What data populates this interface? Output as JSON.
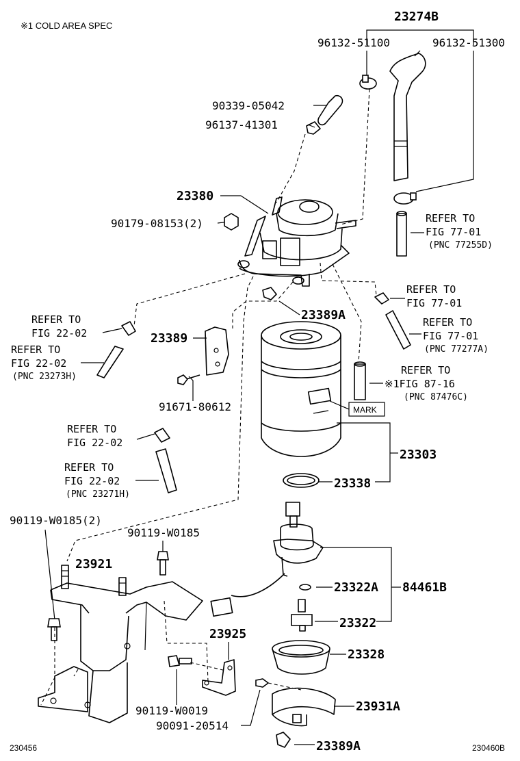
{
  "note": "※1 COLD AREA SPEC",
  "footer_left": "230456",
  "footer_right": "230460B",
  "mark_box": "MARK",
  "labels": {
    "p23274B": "23274B",
    "p9613251100": "96132-51100",
    "p9613251300": "96132-51300",
    "p9033905042": "90339-05042",
    "p9613741301": "96137-41301",
    "p23380": "23380",
    "p9017908153": "90179-08153(2)",
    "p23389A_top": "23389A",
    "p23389": "23389",
    "p9167180612": "91671-80612",
    "p23303": "23303",
    "p23338": "23338",
    "p9011_2": "90119-W0185(2)",
    "p9011_1": "90119-W0185",
    "p23921": "23921",
    "p23322A": "23322A",
    "p84461B": "84461B",
    "p23322": "23322",
    "p23925": "23925",
    "p23328": "23328",
    "p9011_W0019": "90119-W0019",
    "p9009120514": "90091-20514",
    "p23931A": "23931A",
    "p23389A_bot": "23389A"
  },
  "refs": {
    "r1_a": "REFER TO",
    "r1_b": "FIG 77-01",
    "r1_c": "(PNC 77255D)",
    "r2_a": "REFER TO",
    "r2_b": "FIG 77-01",
    "r3_a": "REFER TO",
    "r3_b": "FIG 77-01",
    "r3_c": "(PNC 77277A)",
    "r4_a": "REFER TO",
    "r4_b": "※1FIG 87-16",
    "r4_c": "(PNC 87476C)",
    "r5_a": "REFER TO",
    "r5_b": "FIG 22-02",
    "r6_a": "REFER TO",
    "r6_b": "FIG 22-02",
    "r6_c": "(PNC 23273H)",
    "r7_a": "REFER TO",
    "r7_b": "FIG 22-02",
    "r8_a": "REFER TO",
    "r8_b": "FIG 22-02",
    "r8_c": "(PNC 23271H)"
  }
}
